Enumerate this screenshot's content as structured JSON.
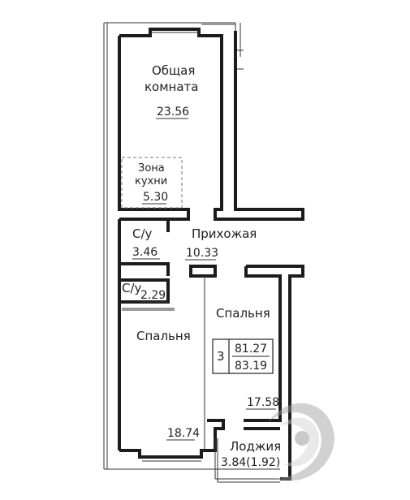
{
  "rooms": {
    "living_title_1": "Общая",
    "living_title_2": "комната",
    "living_area": "23.56",
    "kitchen_title_1": "Зона",
    "kitchen_title_2": "кухни",
    "kitchen_area": "5.30",
    "bath1_title": "С/у",
    "bath1_area": "3.46",
    "hall_title": "Прихожая",
    "hall_area": "10.33",
    "bath2_title": "С/у",
    "bath2_area": "2.29",
    "bedroom1_title": "Спальня",
    "bedroom1_area": "18.74",
    "bedroom2_title": "Спальня",
    "bedroom2_area": "17.58",
    "loggia_title": "Лоджия",
    "loggia_area": "3.84(1.92)"
  },
  "summary": {
    "rooms_count": "3",
    "living_area_total": "81.27",
    "total_area": "83.19"
  },
  "colors": {
    "wall": "#1c1c1c",
    "watermark": "#b0b0b0"
  }
}
